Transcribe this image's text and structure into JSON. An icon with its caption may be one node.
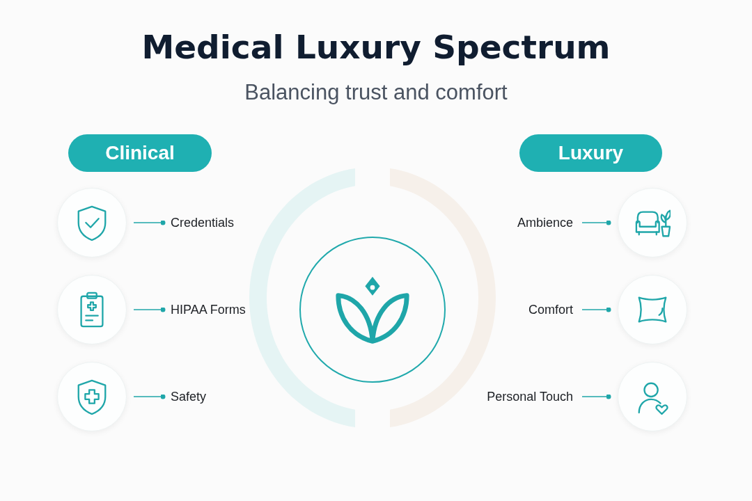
{
  "diagram": {
    "title": "Medical Luxury Spectrum",
    "caption": "Balancing trust and comfort",
    "nodes": [
      {
        "text": [
          "Clinical"
        ]
      },
      {
        "text": [
          "Luxury"
        ]
      },
      {
        "text": [],
        "shape": "circle"
      },
      {
        "text": [],
        "shape": "circle"
      },
      {
        "text": [],
        "shape": "circle"
      },
      {
        "text": [
          "Credentials"
        ]
      },
      {
        "text": [
          "HIPAA Forms"
        ]
      },
      {
        "text": [
          "Safety"
        ]
      },
      {
        "text": [],
        "shape": "circle"
      },
      {
        "text": [
          "Ambience"
        ]
      },
      {
        "text": [
          "Comfort"
        ]
      },
      {
        "text": [
          "Personal Touch"
        ]
      },
      {
        "text": [],
        "shape": "circle"
      },
      {
        "text": [],
        "shape": "circle"
      },
      {
        "text": [],
        "shape": "circle"
      }
    ],
    "edges": [
      {
        "from": 2,
        "to": 5,
        "arrow": "other"
      },
      {
        "from": 3,
        "to": 6,
        "arrow": "other"
      },
      {
        "from": 4,
        "to": 7,
        "arrow": "other"
      },
      {
        "from": 9,
        "to": 12,
        "arrow": "other"
      },
      {
        "from": 10,
        "to": 13,
        "arrow": "other"
      },
      {
        "from": 11,
        "to": 14,
        "arrow": "other"
      }
    ]
  }
}
